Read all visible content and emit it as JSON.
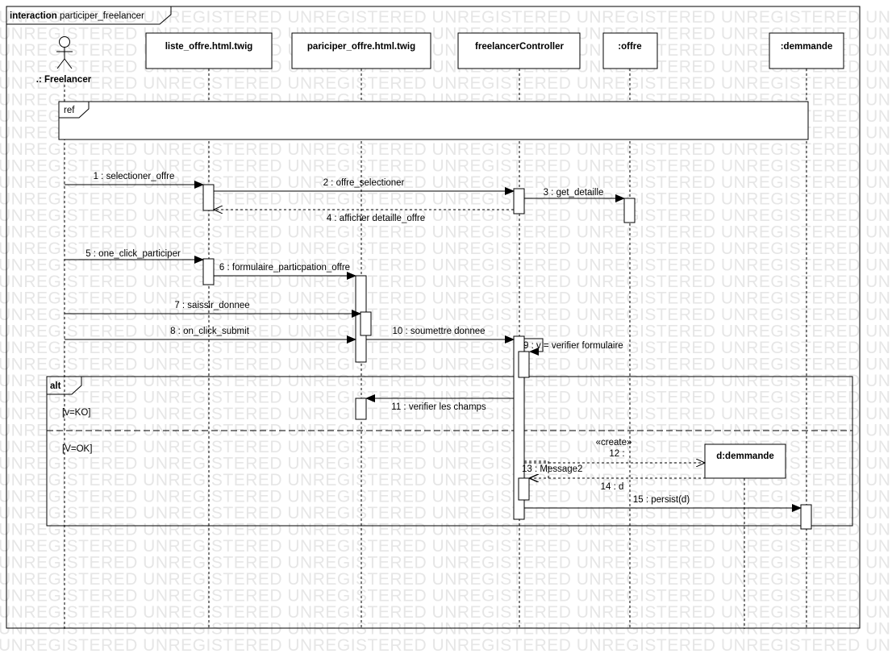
{
  "frame": {
    "keyword": "interaction",
    "name": "participer_freelancer"
  },
  "watermark": "UNREGISTERED",
  "actor": {
    "name": ".: Freelancer"
  },
  "lifelines": [
    {
      "id": "liste",
      "label": "liste_offre.html.twig"
    },
    {
      "id": "pariciper",
      "label": "pariciper_offre.html.twig"
    },
    {
      "id": "controller",
      "label": "freelancerController"
    },
    {
      "id": "offre",
      "label": ":offre"
    },
    {
      "id": "demmande",
      "label": ":demmande"
    }
  ],
  "ref_fragment": {
    "keyword": "ref"
  },
  "alt_fragment": {
    "keyword": "alt",
    "guard_ko": "[v=KO]",
    "guard_ok": "[V=OK]"
  },
  "created_object": {
    "label": "d:demmande",
    "stereotype": "«create»"
  },
  "messages": [
    {
      "label": "1 : selectioner_offre"
    },
    {
      "label": "2 : offre_selectioner"
    },
    {
      "label": "3 : get_detaille"
    },
    {
      "label": "4 : afficher detaille_offre"
    },
    {
      "label": "5 : one_click_participer"
    },
    {
      "label": "6 : formulaire_particpation_offre"
    },
    {
      "label": "7 : saissir_donnee"
    },
    {
      "label": "8 : on_click_submit"
    },
    {
      "label": "9 : v = verifier formulaire"
    },
    {
      "label": "10 : soumettre donnee"
    },
    {
      "label": "11 : verifier les champs"
    },
    {
      "label": "12 :"
    },
    {
      "label": "13 : Message2"
    },
    {
      "label": "14 : d"
    },
    {
      "label": "15 : persist(d)"
    }
  ]
}
